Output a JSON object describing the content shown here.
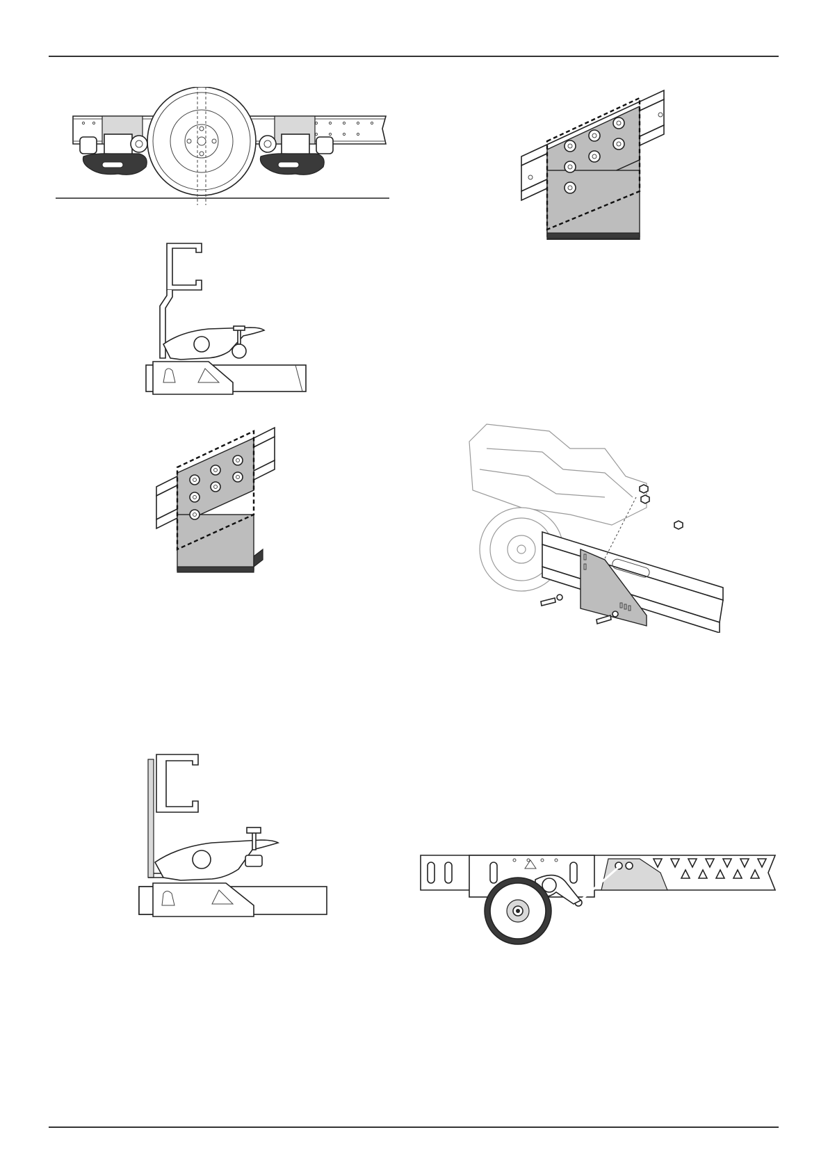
{
  "figures": [
    {
      "name": "chassis-side-view-with-wheel-and-clamps"
    },
    {
      "name": "bolted-plate-on-chassis-rail-perspective-top"
    },
    {
      "name": "clamp-on-c-profile-section-1"
    },
    {
      "name": "bolted-plate-on-chassis-rail-perspective-middle"
    },
    {
      "name": "triangular-bracket-mounting-exploded"
    },
    {
      "name": "clamp-on-c-profile-section-2"
    },
    {
      "name": "chassis-side-view-with-stabilizer-bracket"
    }
  ]
}
